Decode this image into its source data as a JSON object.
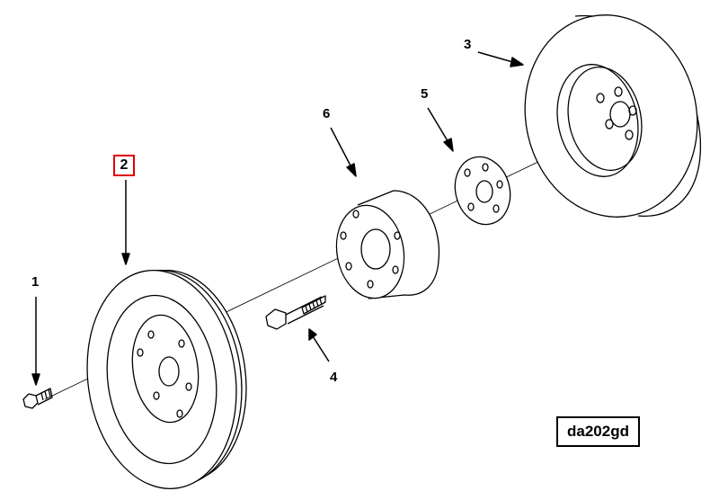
{
  "callouts": {
    "c1": "1",
    "c2": "2",
    "c3": "3",
    "c4": "4",
    "c5": "5",
    "c6": "6"
  },
  "reference_code": "da202gd",
  "colors": {
    "line": "#000000",
    "highlight": "#e00000",
    "background": "#ffffff"
  }
}
